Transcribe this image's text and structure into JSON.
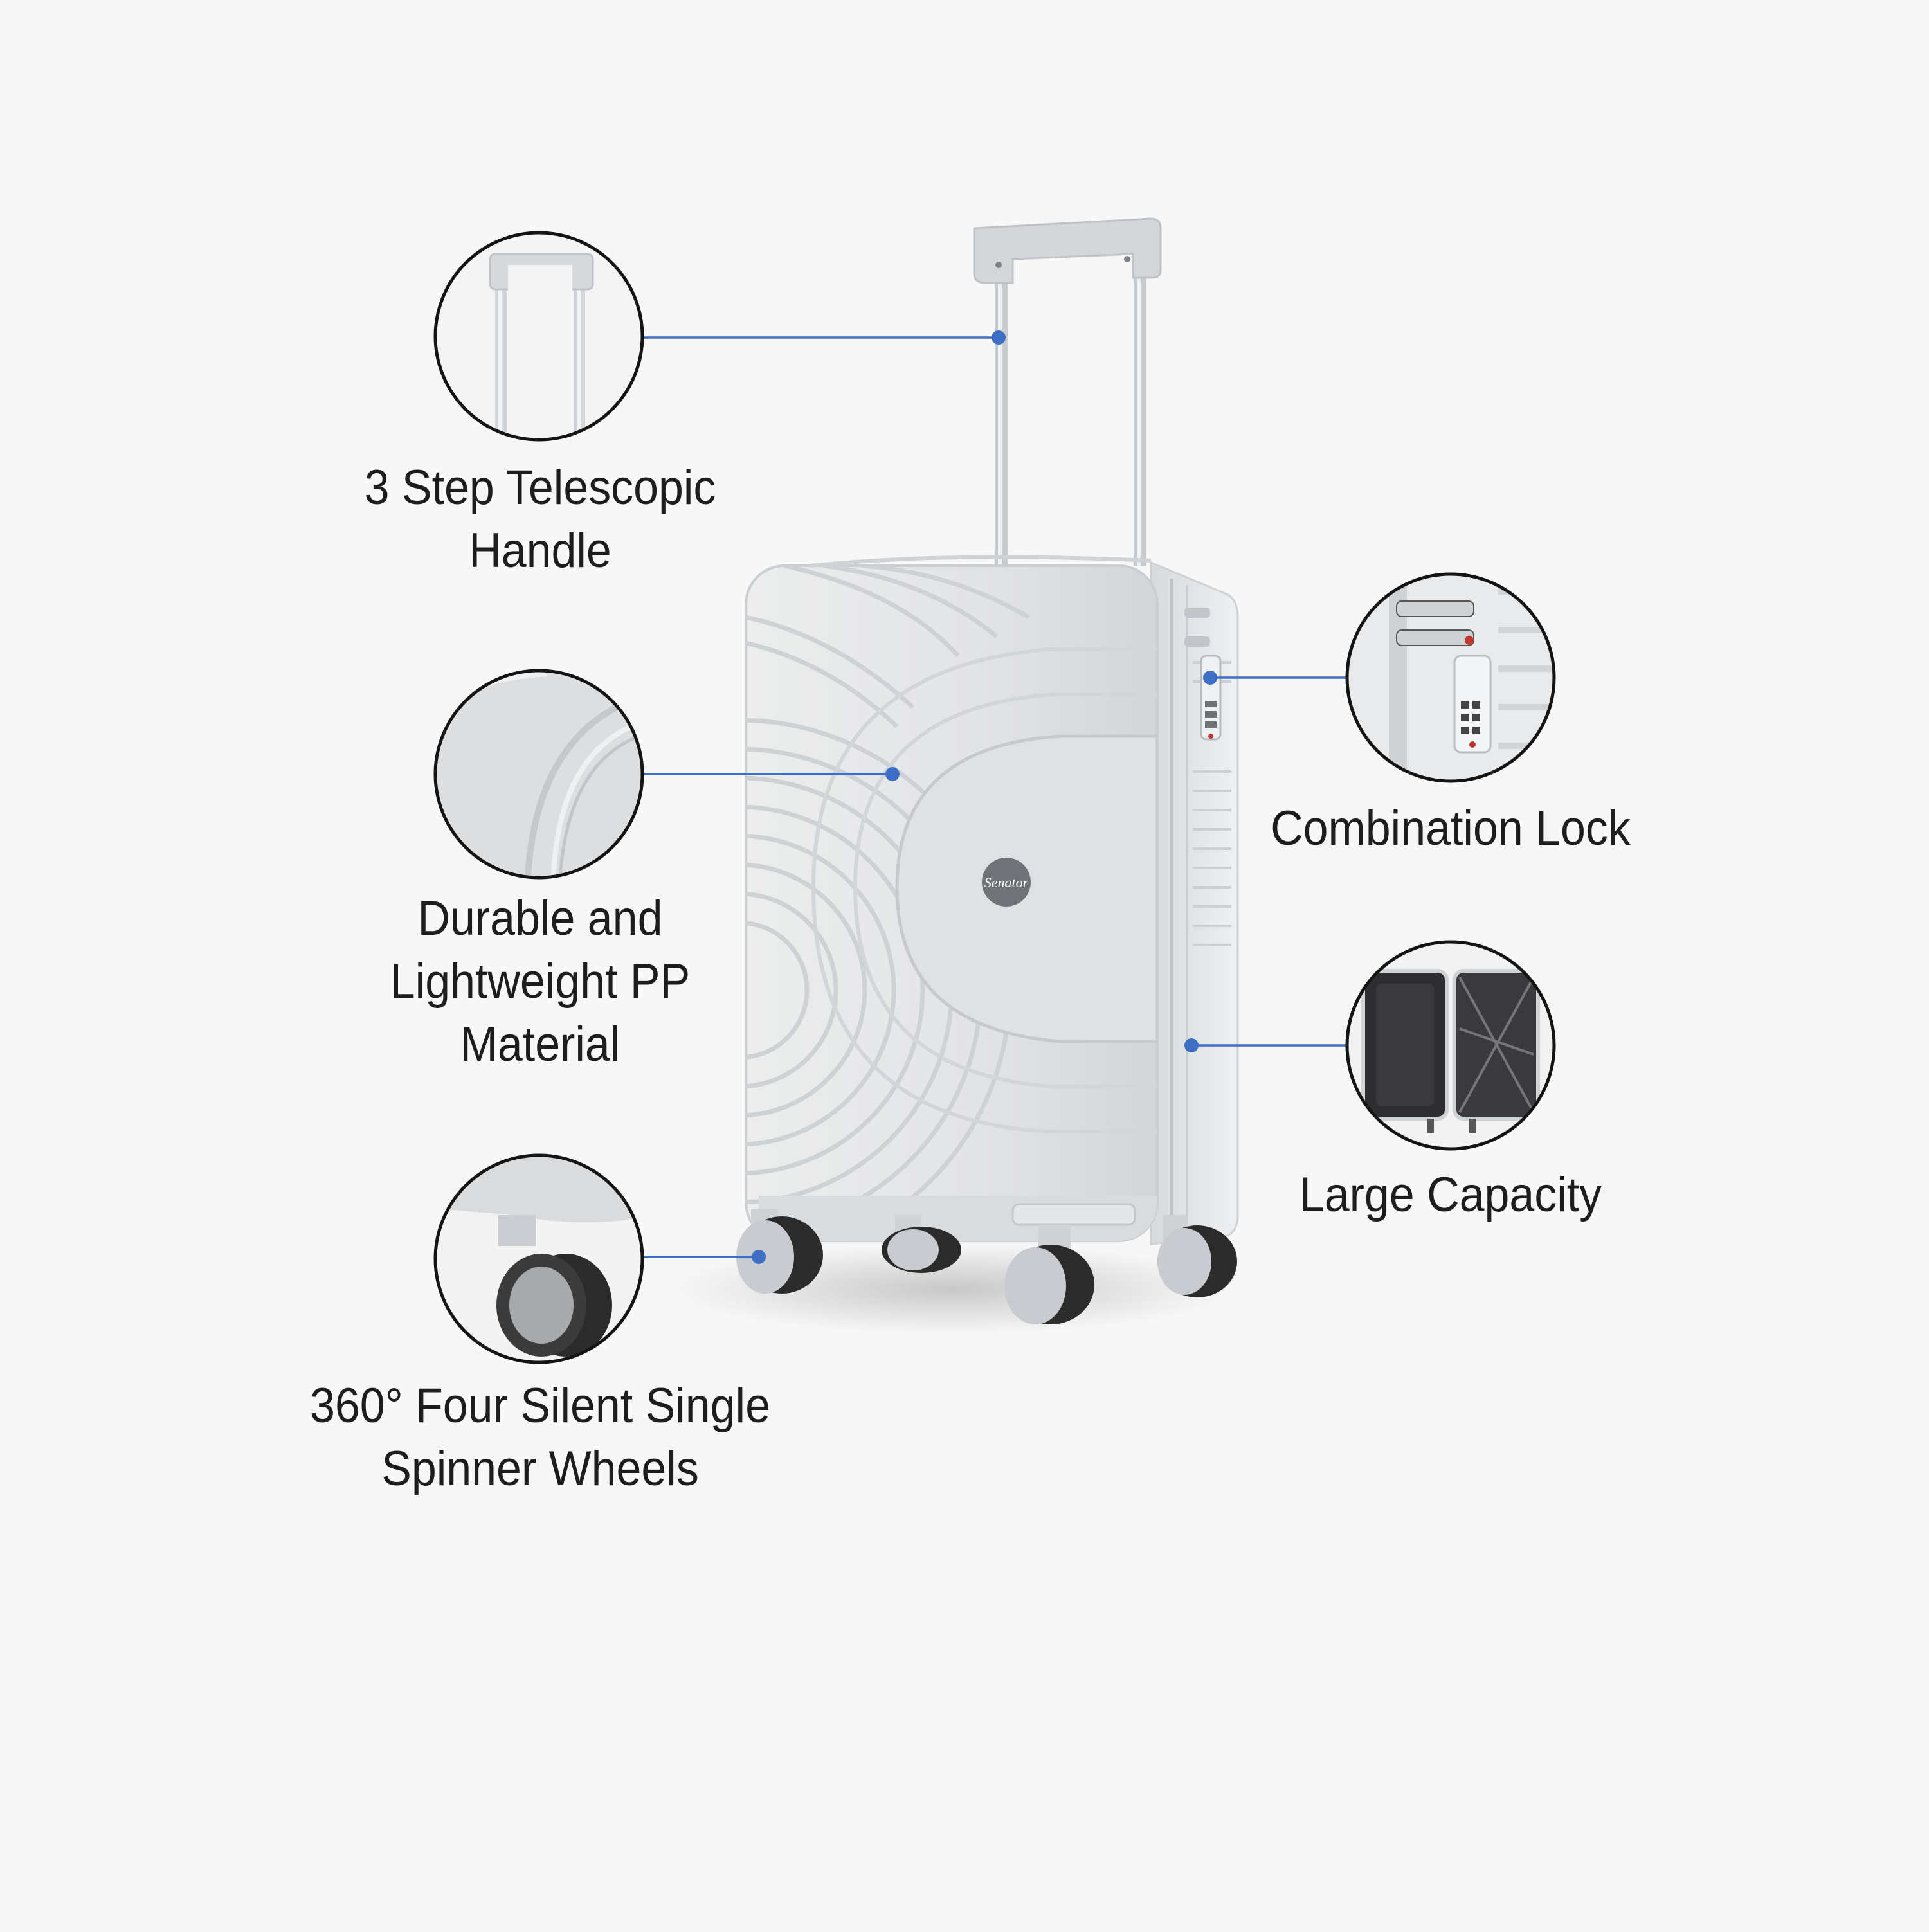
{
  "features": [
    {
      "id": "handle",
      "lines": [
        "3 Step Telescopic",
        "Handle"
      ]
    },
    {
      "id": "material",
      "lines": [
        "Durable and",
        "Lightweight PP",
        "Material"
      ]
    },
    {
      "id": "wheels",
      "lines": [
        "360° Four Silent Single",
        "Spinner Wheels"
      ]
    },
    {
      "id": "lock",
      "lines": [
        "Combination Lock"
      ]
    },
    {
      "id": "capacity",
      "lines": [
        "Large Capacity"
      ]
    }
  ],
  "brand": {
    "logo_text": "Senator"
  },
  "colors": {
    "background": "#f7f7f7",
    "callout_line": "#3d6fc6",
    "circle_stroke": "#141414",
    "shell": "#e6e7e9",
    "wheel_dark": "#2b2b2b"
  }
}
